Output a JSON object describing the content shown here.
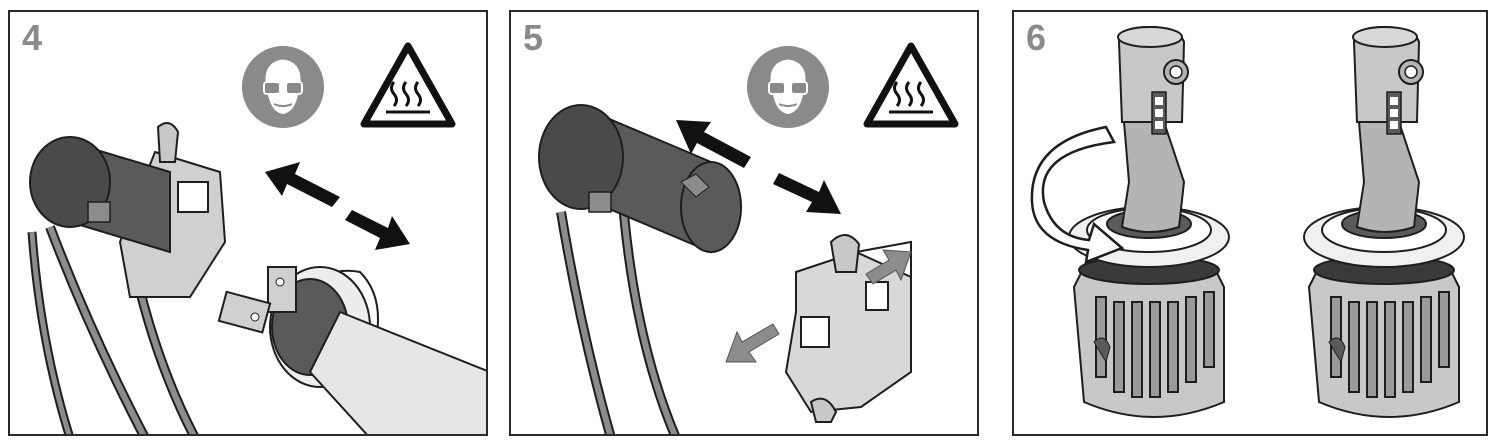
{
  "steps": [
    {
      "number": "4",
      "icons": [
        "safety-goggles-icon",
        "hot-surface-warning-icon"
      ]
    },
    {
      "number": "5",
      "icons": [
        "safety-goggles-icon",
        "hot-surface-warning-icon"
      ]
    },
    {
      "number": "6",
      "icons": []
    }
  ],
  "colors": {
    "dark_gray": "#5a5a5a",
    "mid_gray": "#8c8c8c",
    "light_gray": "#c8c8c8",
    "outline": "#1e1e1e"
  }
}
